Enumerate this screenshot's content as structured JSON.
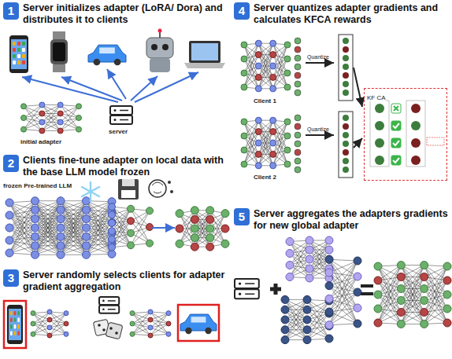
{
  "diagram": {
    "nodes": [
      {
        "text": [
          "1",
          "Server initializes adapter (LoRA/ Dora) and distributes it to clients"
        ]
      },
      {
        "text": [
          "2",
          "Clients fine-tune adapter on local data with the base LLM model frozen"
        ]
      },
      {
        "text": [
          "3",
          "Server randomly selects clients for adapter gradient aggregation"
        ]
      },
      {
        "text": [
          "4",
          "Server quantizes adapter gradients and calculates KFCA rewards"
        ]
      },
      {
        "text": [
          "KF CA"
        ]
      },
      {
        "text": [
          "5",
          "Server aggregates the adapters gradients for new global adapter"
        ]
      }
    ],
    "labels": [
      "initial adapter",
      "server",
      "frozen Pre-trained LLM",
      "Client 1",
      "Quantize",
      "Client 2",
      "Quantize"
    ]
  }
}
